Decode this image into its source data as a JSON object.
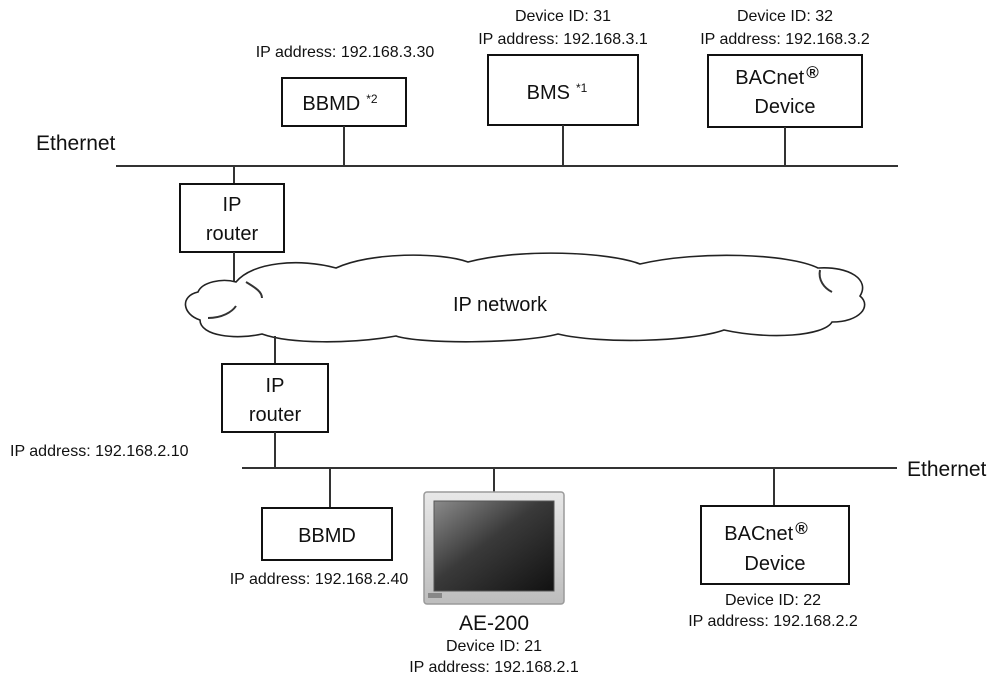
{
  "networks": {
    "top_ethernet_label": "Ethernet",
    "bottom_ethernet_label": "Ethernet",
    "cloud_label": "IP network"
  },
  "top_segment": {
    "bbmd": {
      "label": "BBMD",
      "note": "*2",
      "ip": "IP address: 192.168.3.30"
    },
    "bms": {
      "label": "BMS",
      "note": "*1",
      "device_id": "Device ID: 31",
      "ip": "IP address: 192.168.3.1"
    },
    "bacnet_device": {
      "label_line1": "BACnet",
      "registered_mark": "®",
      "label_line2": "Device",
      "device_id": "Device ID: 32",
      "ip": "IP address: 192.168.3.2"
    },
    "router": {
      "label_line1": "IP",
      "label_line2": "router"
    }
  },
  "bottom_segment": {
    "router": {
      "label_line1": "IP",
      "label_line2": "router",
      "ip": "IP address: 192.168.2.10"
    },
    "bbmd": {
      "label": "BBMD",
      "ip": "IP address: 192.168.2.40"
    },
    "ae200": {
      "label": "AE-200",
      "device_id": "Device ID: 21",
      "ip": "IP address: 192.168.2.1"
    },
    "bacnet_device": {
      "label_line1": "BACnet",
      "registered_mark": "®",
      "label_line2": "Device",
      "device_id": "Device ID: 22",
      "ip": "IP address: 192.168.2.2"
    }
  }
}
